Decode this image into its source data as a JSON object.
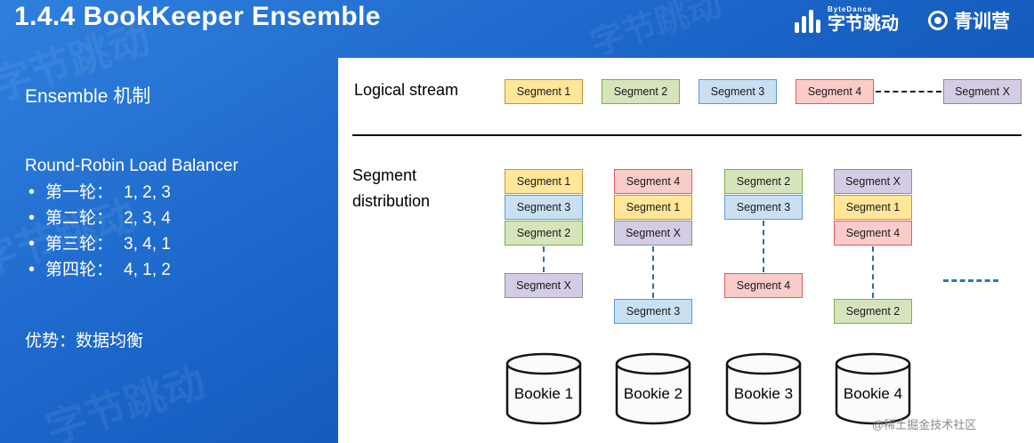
{
  "header": {
    "title": "1.4.4 BookKeeper Ensemble",
    "bytedance": {
      "sub": "ByteDance",
      "name": "字节跳动"
    },
    "camp": {
      "name": "青训营"
    }
  },
  "sidebar": {
    "ensemble_heading": "Ensemble 机制",
    "balancer_heading": "Round-Robin Load Balancer",
    "rounds": [
      {
        "label": "第一轮：",
        "value": "1, 2, 3"
      },
      {
        "label": "第二轮：",
        "value": "2, 3, 4"
      },
      {
        "label": "第三轮：",
        "value": "3, 4, 1"
      },
      {
        "label": "第四轮：",
        "value": "4, 1, 2"
      }
    ],
    "advantage": "优势：数据均衡"
  },
  "diagram": {
    "logical_stream": {
      "label": "Logical stream",
      "segments": [
        {
          "label": "Segment 1",
          "type": "seg1"
        },
        {
          "label": "Segment 2",
          "type": "seg2"
        },
        {
          "label": "Segment 3",
          "type": "seg3"
        },
        {
          "label": "Segment 4",
          "type": "seg4"
        },
        {
          "label": "Segment X",
          "type": "segx"
        }
      ]
    },
    "distribution": {
      "label": "Segment distribution",
      "columns": [
        {
          "bookie": "Bookie 1",
          "stack": [
            "Segment 1",
            "Segment 3",
            "Segment 2"
          ],
          "detached": [
            "Segment X"
          ]
        },
        {
          "bookie": "Bookie 2",
          "stack": [
            "Segment 4",
            "Segment 1",
            "Segment X"
          ],
          "detached": [
            "Segment 3"
          ]
        },
        {
          "bookie": "Bookie 3",
          "stack": [
            "Segment 2",
            "Segment 3"
          ],
          "detached": [
            "Segment 4"
          ]
        },
        {
          "bookie": "Bookie 4",
          "stack": [
            "Segment X",
            "Segment 1",
            "Segment 4"
          ],
          "detached": [
            "Segment 2"
          ]
        }
      ]
    }
  },
  "watermark": "@稀土掘金技术社区",
  "background_watermark": "字节跳动",
  "colors": {
    "seg1_bg": "#FFE699",
    "seg1_border": "#C9962B",
    "seg2_bg": "#D6E4BC",
    "seg2_border": "#7CAE4E",
    "seg3_bg": "#C9DFF2",
    "seg3_border": "#5B9BD5",
    "seg4_bg": "#F9CCC9",
    "seg4_border": "#E05A5A",
    "segx_bg": "#D4CCE4",
    "segx_border": "#8E8E8E",
    "slide_bg_top": "#2F80DE",
    "slide_bg_bottom": "#0A4AA3"
  }
}
